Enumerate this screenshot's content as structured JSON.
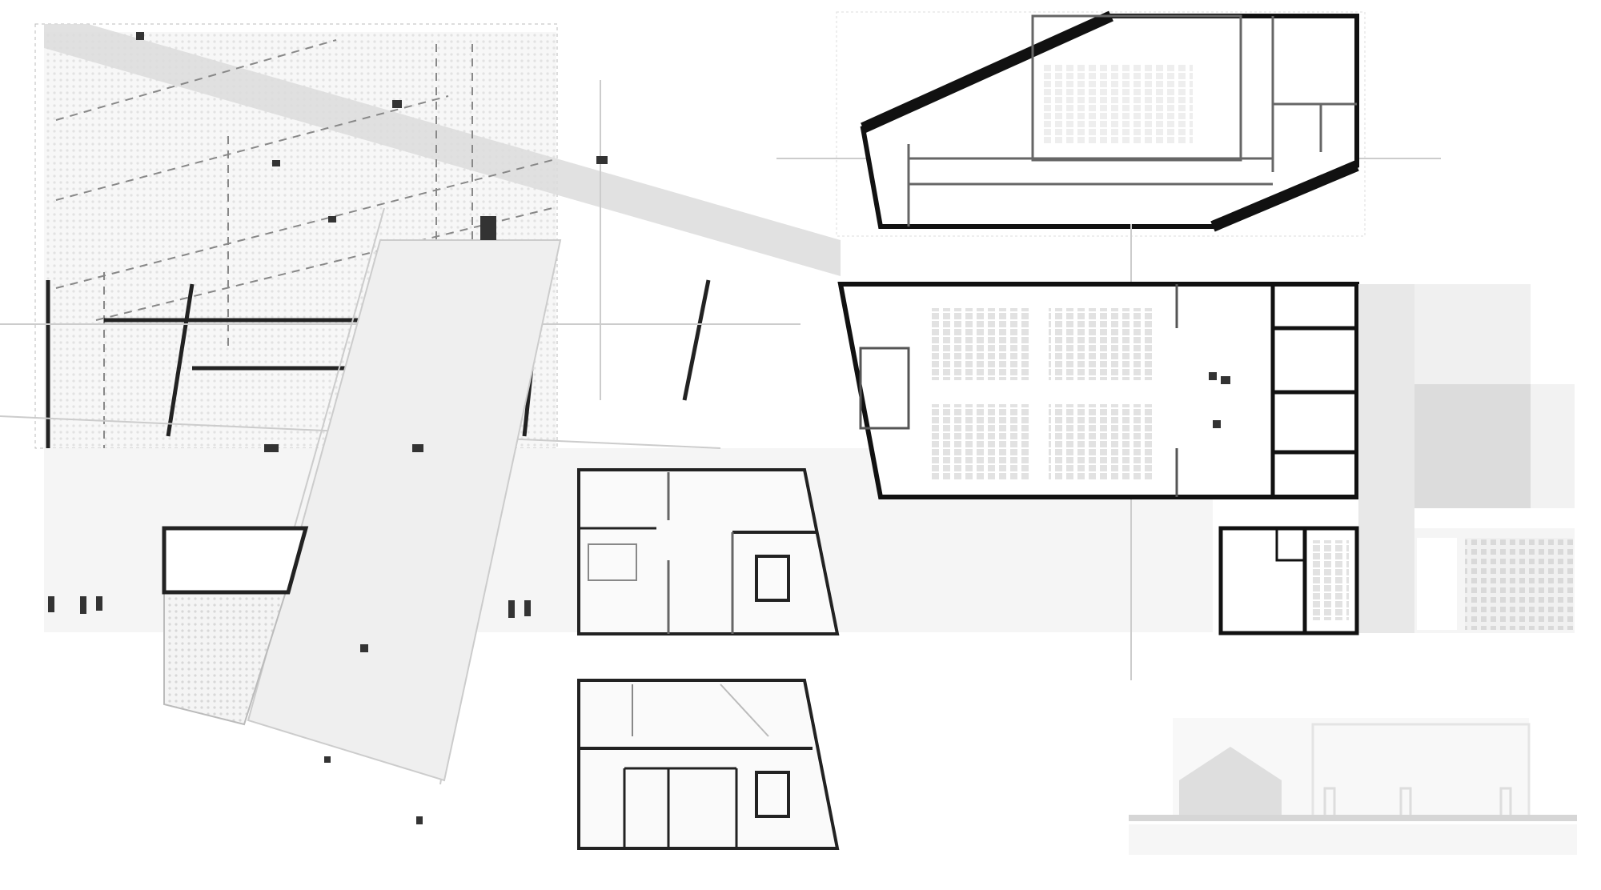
{
  "drawing": {
    "colors": {
      "background": "#ffffff",
      "wall": "#111111",
      "secondary_line": "#666666",
      "light_line": "#bbbbbb",
      "hatch": "#dddddd",
      "panel": "#e6e6e6"
    },
    "views": [
      "axonometric",
      "floor-plan-upper",
      "floor-plan-ground",
      "unit-plan-a",
      "unit-plan-b",
      "annex-plan",
      "elevation"
    ]
  }
}
